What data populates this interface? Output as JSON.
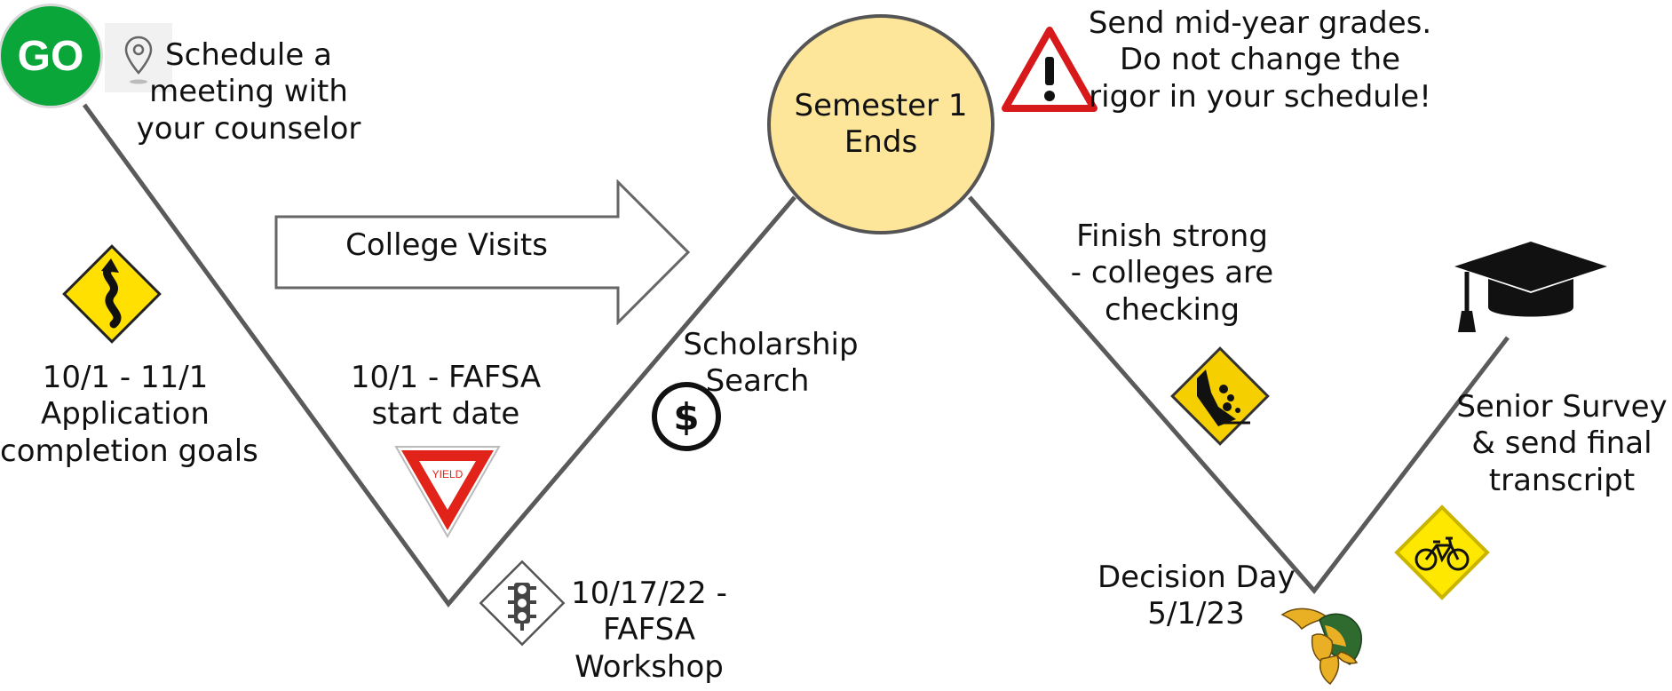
{
  "start": {
    "go_text": "GO",
    "label": [
      "Schedule a",
      "meeting with",
      "your counselor"
    ]
  },
  "college_visits": "College Visits",
  "application": [
    "10/1 - 11/1",
    "Application",
    "completion goals"
  ],
  "fafsa_start": [
    "10/1 - FAFSA",
    "start date"
  ],
  "yield_text": "YIELD",
  "fafsa_workshop": [
    "10/17/22 -",
    "FAFSA",
    "Workshop"
  ],
  "scholarship": [
    "Scholarship",
    "Search"
  ],
  "semester": [
    "Semester 1",
    "Ends"
  ],
  "midyear": [
    "Send mid-year grades.",
    "Do not change the",
    "rigor in your schedule!"
  ],
  "finish_strong": [
    "Finish strong",
    "- colleges are",
    "checking"
  ],
  "decision_day": [
    "Decision Day",
    "5/1/23"
  ],
  "senior_survey": [
    "Senior Survey",
    "& send final",
    "transcript"
  ],
  "icons": [
    "map-pin-icon",
    "winding-road-sign-icon",
    "yield-sign-icon",
    "traffic-light-sign-icon",
    "dollar-coin-icon",
    "warning-sign-icon",
    "falling-rocks-sign-icon",
    "graduation-cap-icon",
    "bicycle-sign-icon",
    "viking-mascot-icon"
  ],
  "colors": {
    "go_green": "#0aa63a",
    "semester_fill": "#fde59a",
    "road_line": "#5a5a5a",
    "sign_yellow": "#ffe000",
    "yield_red": "#e2231a",
    "warning_red": "#d7191c"
  }
}
